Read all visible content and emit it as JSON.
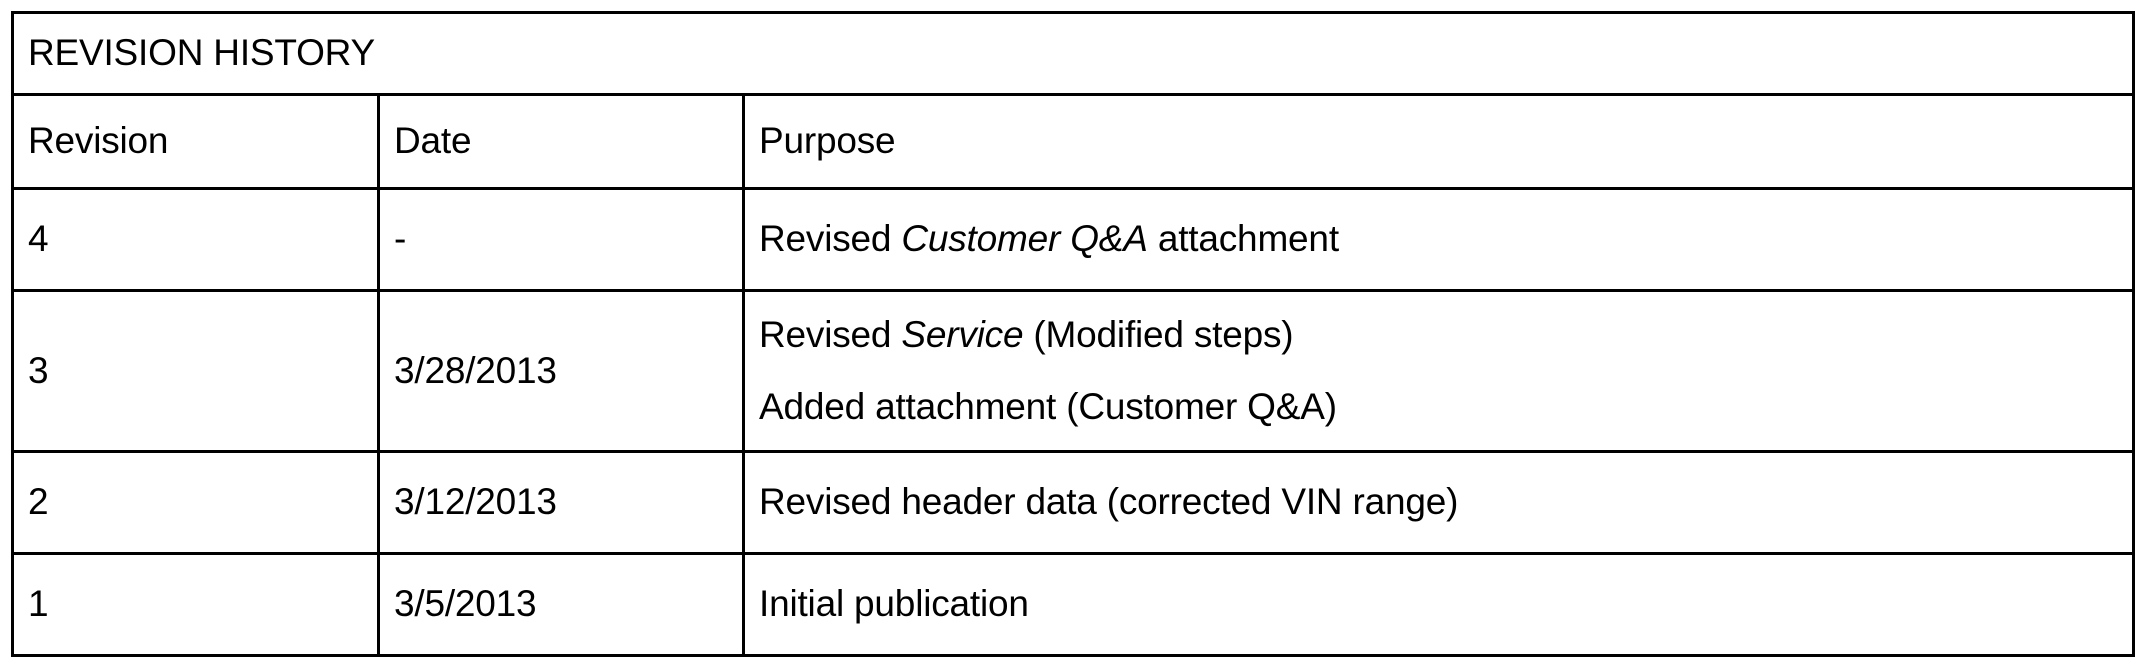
{
  "document": {
    "title": "REVISION HISTORY"
  },
  "table": {
    "columns": [
      {
        "key": "revision",
        "label": "Revision"
      },
      {
        "key": "date",
        "label": "Date"
      },
      {
        "key": "purpose",
        "label": "Purpose"
      }
    ],
    "rows": [
      {
        "revision": "4",
        "date": "-",
        "purpose_lines": [
          {
            "pre": "Revised ",
            "italic": "Customer Q&A",
            "post": " attachment"
          }
        ]
      },
      {
        "revision": "3",
        "date": "3/28/2013",
        "purpose_lines": [
          {
            "pre": "Revised ",
            "italic": "Service",
            "post": " (Modified steps)"
          },
          {
            "pre": "Added attachment (Customer Q&A)",
            "italic": "",
            "post": ""
          }
        ]
      },
      {
        "revision": "2",
        "date": "3/12/2013",
        "purpose_lines": [
          {
            "pre": "Revised header data (corrected VIN range)",
            "italic": "",
            "post": ""
          }
        ]
      },
      {
        "revision": "1",
        "date": "3/5/2013",
        "purpose_lines": [
          {
            "pre": "Initial publication",
            "italic": "",
            "post": ""
          }
        ]
      }
    ]
  },
  "style": {
    "border_color": "#000000",
    "text_color": "#000000",
    "background": "#ffffff"
  }
}
